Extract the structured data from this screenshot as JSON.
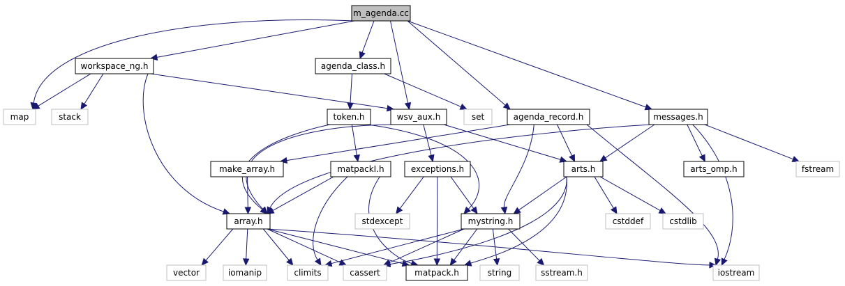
{
  "graph": {
    "nodes": [
      {
        "id": "m_agenda",
        "label": "m_agenda.cc",
        "kind": "root"
      },
      {
        "id": "workspace_ng",
        "label": "workspace_ng.h",
        "kind": "local"
      },
      {
        "id": "agenda_class",
        "label": "agenda_class.h",
        "kind": "local"
      },
      {
        "id": "map",
        "label": "map",
        "kind": "system"
      },
      {
        "id": "stack",
        "label": "stack",
        "kind": "system"
      },
      {
        "id": "token",
        "label": "token.h",
        "kind": "local"
      },
      {
        "id": "wsv_aux",
        "label": "wsv_aux.h",
        "kind": "local"
      },
      {
        "id": "set",
        "label": "set",
        "kind": "system"
      },
      {
        "id": "agenda_record",
        "label": "agenda_record.h",
        "kind": "local"
      },
      {
        "id": "messages",
        "label": "messages.h",
        "kind": "local"
      },
      {
        "id": "make_array",
        "label": "make_array.h",
        "kind": "local"
      },
      {
        "id": "matpackI",
        "label": "matpackI.h",
        "kind": "local"
      },
      {
        "id": "exceptions",
        "label": "exceptions.h",
        "kind": "local"
      },
      {
        "id": "arts",
        "label": "arts.h",
        "kind": "local"
      },
      {
        "id": "arts_omp",
        "label": "arts_omp.h",
        "kind": "local"
      },
      {
        "id": "fstream",
        "label": "fstream",
        "kind": "system"
      },
      {
        "id": "array",
        "label": "array.h",
        "kind": "local"
      },
      {
        "id": "stdexcept",
        "label": "stdexcept",
        "kind": "system"
      },
      {
        "id": "mystring",
        "label": "mystring.h",
        "kind": "local"
      },
      {
        "id": "cstddef",
        "label": "cstddef",
        "kind": "system"
      },
      {
        "id": "cstdlib",
        "label": "cstdlib",
        "kind": "system"
      },
      {
        "id": "vector",
        "label": "vector",
        "kind": "system"
      },
      {
        "id": "iomanip",
        "label": "iomanip",
        "kind": "system"
      },
      {
        "id": "climits",
        "label": "climits",
        "kind": "system"
      },
      {
        "id": "cassert",
        "label": "cassert",
        "kind": "system"
      },
      {
        "id": "matpack",
        "label": "matpack.h",
        "kind": "local"
      },
      {
        "id": "string",
        "label": "string",
        "kind": "system"
      },
      {
        "id": "sstream",
        "label": "sstream.h",
        "kind": "system"
      },
      {
        "id": "iostream",
        "label": "iostream",
        "kind": "system"
      }
    ],
    "edges": [
      {
        "from": "m_agenda",
        "to": "workspace_ng"
      },
      {
        "from": "m_agenda",
        "to": "map"
      },
      {
        "from": "m_agenda",
        "to": "agenda_class"
      },
      {
        "from": "m_agenda",
        "to": "wsv_aux"
      },
      {
        "from": "m_agenda",
        "to": "agenda_record"
      },
      {
        "from": "m_agenda",
        "to": "messages"
      },
      {
        "from": "workspace_ng",
        "to": "map"
      },
      {
        "from": "workspace_ng",
        "to": "stack"
      },
      {
        "from": "workspace_ng",
        "to": "wsv_aux"
      },
      {
        "from": "workspace_ng",
        "to": "array"
      },
      {
        "from": "agenda_class",
        "to": "token"
      },
      {
        "from": "agenda_class",
        "to": "set"
      },
      {
        "from": "token",
        "to": "matpackI"
      },
      {
        "from": "token",
        "to": "mystring"
      },
      {
        "from": "token",
        "to": "array"
      },
      {
        "from": "wsv_aux",
        "to": "exceptions"
      },
      {
        "from": "wsv_aux",
        "to": "arts"
      },
      {
        "from": "wsv_aux",
        "to": "array"
      },
      {
        "from": "agenda_record",
        "to": "make_array"
      },
      {
        "from": "agenda_record",
        "to": "arts"
      },
      {
        "from": "agenda_record",
        "to": "mystring"
      },
      {
        "from": "agenda_record",
        "to": "iostream"
      },
      {
        "from": "messages",
        "to": "arts"
      },
      {
        "from": "messages",
        "to": "arts_omp"
      },
      {
        "from": "messages",
        "to": "fstream"
      },
      {
        "from": "messages",
        "to": "iostream"
      },
      {
        "from": "messages",
        "to": "array"
      },
      {
        "from": "make_array",
        "to": "array"
      },
      {
        "from": "matpackI",
        "to": "array"
      },
      {
        "from": "matpackI",
        "to": "climits"
      },
      {
        "from": "matpackI",
        "to": "matpack"
      },
      {
        "from": "exceptions",
        "to": "stdexcept"
      },
      {
        "from": "exceptions",
        "to": "mystring"
      },
      {
        "from": "exceptions",
        "to": "matpack"
      },
      {
        "from": "arts",
        "to": "mystring"
      },
      {
        "from": "arts",
        "to": "cstddef"
      },
      {
        "from": "arts",
        "to": "cstdlib"
      },
      {
        "from": "arts",
        "to": "cassert"
      },
      {
        "from": "arts",
        "to": "matpack"
      },
      {
        "from": "array",
        "to": "vector"
      },
      {
        "from": "array",
        "to": "iomanip"
      },
      {
        "from": "array",
        "to": "climits"
      },
      {
        "from": "array",
        "to": "cassert"
      },
      {
        "from": "array",
        "to": "matpack"
      },
      {
        "from": "array",
        "to": "iostream"
      },
      {
        "from": "mystring",
        "to": "climits"
      },
      {
        "from": "mystring",
        "to": "cassert"
      },
      {
        "from": "mystring",
        "to": "matpack"
      },
      {
        "from": "mystring",
        "to": "string"
      },
      {
        "from": "mystring",
        "to": "sstream"
      }
    ]
  }
}
